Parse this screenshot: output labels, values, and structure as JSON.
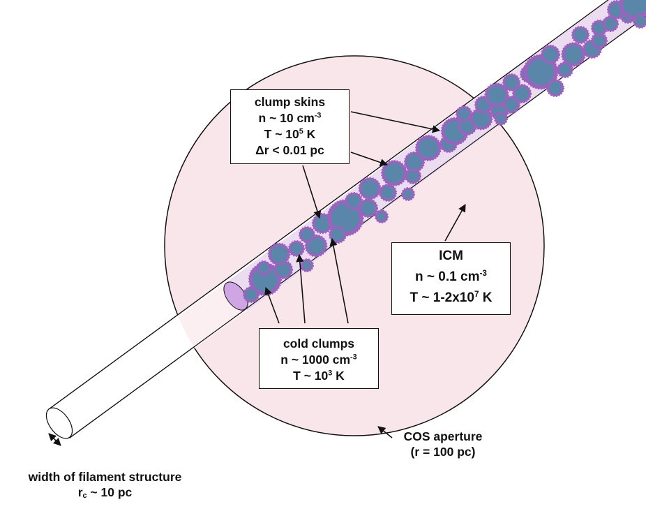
{
  "colors": {
    "aperture_fill": "#f9e6ea",
    "filament_fill": "#ecdcef",
    "clump_core": "#5a86a9",
    "clump_skin": "#9a63bd",
    "filament_end": "#cfa6e3",
    "line": "#111111"
  },
  "clump_skins": {
    "title": "clump skins",
    "density_prefix": "n ~ 10 cm",
    "density_exp": "-3",
    "temp_prefix": "T ~ 10",
    "temp_exp": "5",
    "temp_unit": " K",
    "thickness": "Δr < 0.01 pc"
  },
  "cold_clumps": {
    "title": "cold clumps",
    "density_prefix": "n ~ 1000 cm",
    "density_exp": "-3",
    "temp_prefix": "T ~ 10",
    "temp_exp": "3",
    "temp_unit": " K"
  },
  "icm": {
    "title": "ICM",
    "density_prefix": "n ~ 0.1 cm",
    "density_exp": "-3",
    "temp_prefix": "T ~ 1-2x10",
    "temp_exp": "7",
    "temp_unit": " K"
  },
  "cos_aperture": {
    "line1": "COS aperture",
    "line2": "(r = 100 pc)"
  },
  "filament_width": {
    "line1": "width of filament structure",
    "prefix": "r",
    "sub": "c",
    "suffix": " ~ 10 pc"
  }
}
